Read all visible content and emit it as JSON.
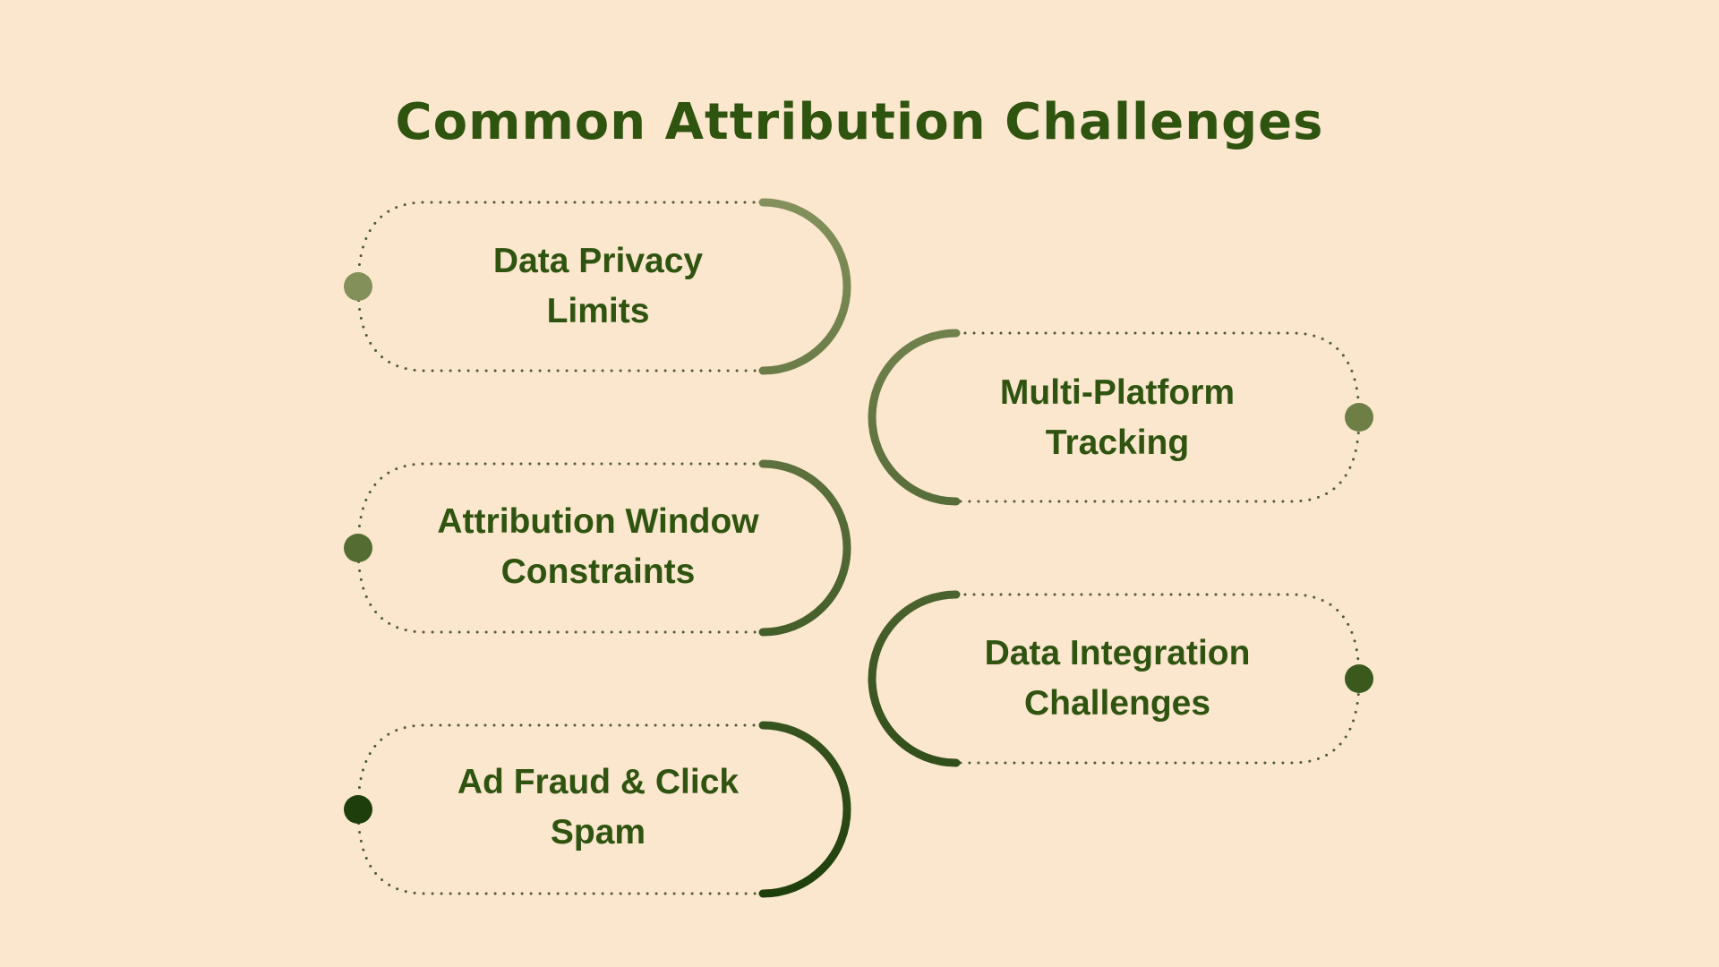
{
  "title": "Common Attribution Challenges",
  "items": [
    {
      "label": "Data Privacy Limits",
      "line1": "Data Privacy",
      "line2": "Limits",
      "side": "left",
      "color": "#83905A"
    },
    {
      "label": "Multi-Platform Tracking",
      "line1": "Multi-Platform",
      "line2": "Tracking",
      "side": "right",
      "color": "#6E7F46"
    },
    {
      "label": "Attribution Window Constraints",
      "line1": "Attribution Window",
      "line2": "Constraints",
      "side": "left",
      "color": "#546C32"
    },
    {
      "label": "Data Integration Challenges",
      "line1": "Data Integration",
      "line2": "Challenges",
      "side": "right",
      "color": "#3A5A1D"
    },
    {
      "label": "Ad Fraud & Click Spam",
      "line1": "Ad Fraud & Click",
      "line2": "Spam",
      "side": "left",
      "color": "#1E3F0C"
    }
  ],
  "colors": {
    "background": "#FBE6CE",
    "text": "#2F5410",
    "dots": "#4E5A30"
  }
}
